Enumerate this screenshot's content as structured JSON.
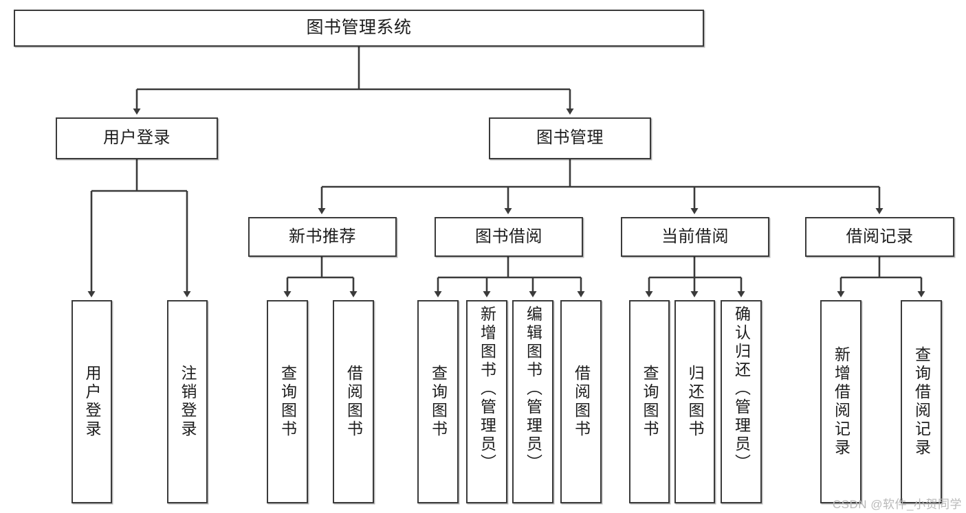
{
  "diagram": {
    "title": "图书管理系统",
    "watermark": "CSDN @软件_小贺同学",
    "accent_color": "#3a3a3a",
    "background": "#ffffff",
    "root": {
      "id": "root",
      "label": "图书管理系统"
    },
    "level2": [
      {
        "id": "user-login",
        "label": "用户登录"
      },
      {
        "id": "book-manage",
        "label": "图书管理"
      }
    ],
    "level3": [
      {
        "id": "new-book-recommend",
        "label": "新书推荐",
        "parent": "book-manage"
      },
      {
        "id": "book-borrow",
        "label": "图书借阅",
        "parent": "book-manage"
      },
      {
        "id": "current-borrow",
        "label": "当前借阅",
        "parent": "book-manage"
      },
      {
        "id": "borrow-record",
        "label": "借阅记录",
        "parent": "book-manage"
      }
    ],
    "leaves": [
      {
        "id": "leaf-user-login",
        "label": "用户登录",
        "parent": "user-login"
      },
      {
        "id": "leaf-logout",
        "label": "注销登录",
        "parent": "user-login"
      },
      {
        "id": "leaf-query-book-1",
        "label": "查询图书",
        "parent": "new-book-recommend"
      },
      {
        "id": "leaf-borrow-book-1",
        "label": "借阅图书",
        "parent": "new-book-recommend"
      },
      {
        "id": "leaf-query-book-2",
        "label": "查询图书",
        "parent": "book-borrow"
      },
      {
        "id": "leaf-add-book",
        "label": "新增图书（管理员）",
        "parent": "book-borrow"
      },
      {
        "id": "leaf-edit-book",
        "label": "编辑图书（管理员）",
        "parent": "book-borrow"
      },
      {
        "id": "leaf-borrow-book-2",
        "label": "借阅图书",
        "parent": "book-borrow"
      },
      {
        "id": "leaf-query-book-3",
        "label": "查询图书",
        "parent": "current-borrow"
      },
      {
        "id": "leaf-return-book",
        "label": "归还图书",
        "parent": "current-borrow"
      },
      {
        "id": "leaf-confirm-return",
        "label": "确认归还（管理员）",
        "parent": "current-borrow"
      },
      {
        "id": "leaf-add-record",
        "label": "新增借阅记录",
        "parent": "borrow-record"
      },
      {
        "id": "leaf-query-record",
        "label": "查询借阅记录",
        "parent": "borrow-record"
      }
    ]
  }
}
